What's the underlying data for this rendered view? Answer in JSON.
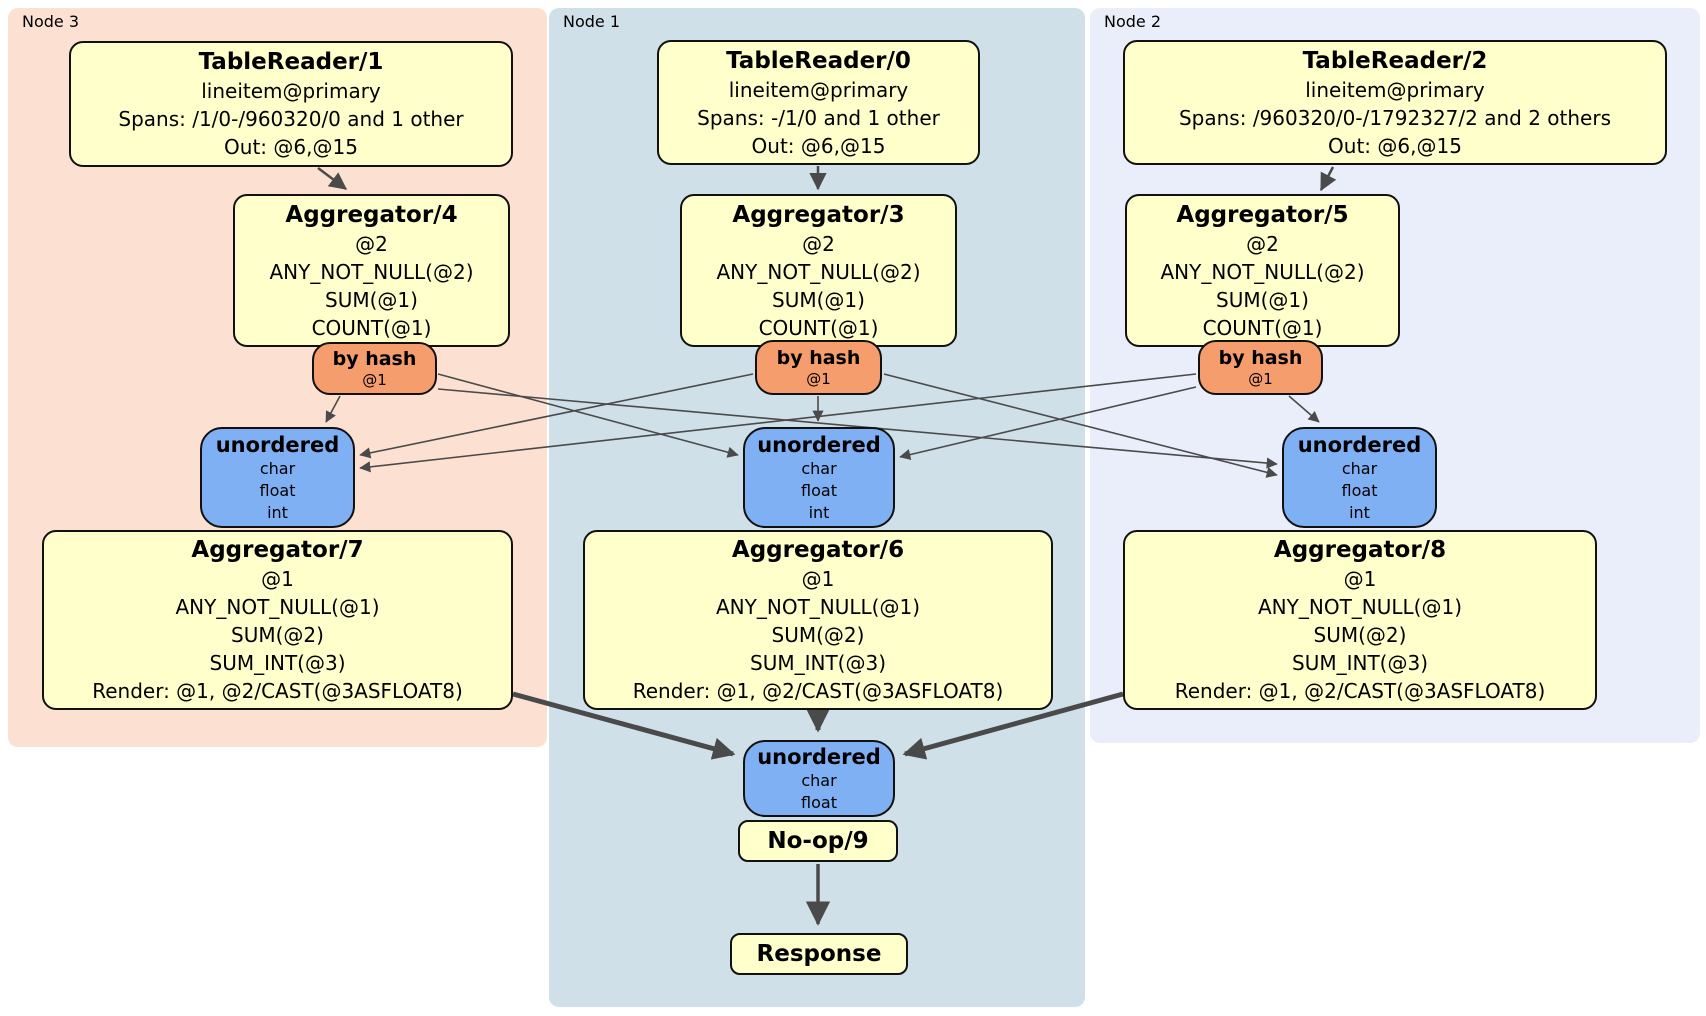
{
  "diagram": {
    "groups": {
      "node3": {
        "label": "Node 3"
      },
      "node1": {
        "label": "Node 1"
      },
      "node2": {
        "label": "Node 2"
      }
    },
    "processors": {
      "tr1": {
        "title": "TableReader/1",
        "lines": [
          "lineitem@primary",
          "Spans: /1/0-/960320/0 and 1 other",
          "Out: @6,@15"
        ]
      },
      "tr0": {
        "title": "TableReader/0",
        "lines": [
          "lineitem@primary",
          "Spans: -/1/0 and 1 other",
          "Out: @6,@15"
        ]
      },
      "tr2": {
        "title": "TableReader/2",
        "lines": [
          "lineitem@primary",
          "Spans: /960320/0-/1792327/2 and 2 others",
          "Out: @6,@15"
        ]
      },
      "agg4": {
        "title": "Aggregator/4",
        "lines": [
          "@2",
          "ANY_NOT_NULL(@2)",
          "SUM(@1)",
          "COUNT(@1)"
        ]
      },
      "agg3": {
        "title": "Aggregator/3",
        "lines": [
          "@2",
          "ANY_NOT_NULL(@2)",
          "SUM(@1)",
          "COUNT(@1)"
        ]
      },
      "agg5": {
        "title": "Aggregator/5",
        "lines": [
          "@2",
          "ANY_NOT_NULL(@2)",
          "SUM(@1)",
          "COUNT(@1)"
        ]
      },
      "agg7": {
        "title": "Aggregator/7",
        "lines": [
          "@1",
          "ANY_NOT_NULL(@1)",
          "SUM(@2)",
          "SUM_INT(@3)",
          "Render: @1, @2/CAST(@3ASFLOAT8)"
        ]
      },
      "agg6": {
        "title": "Aggregator/6",
        "lines": [
          "@1",
          "ANY_NOT_NULL(@1)",
          "SUM(@2)",
          "SUM_INT(@3)",
          "Render: @1, @2/CAST(@3ASFLOAT8)"
        ]
      },
      "agg8": {
        "title": "Aggregator/8",
        "lines": [
          "@1",
          "ANY_NOT_NULL(@1)",
          "SUM(@2)",
          "SUM_INT(@3)",
          "Render: @1, @2/CAST(@3ASFLOAT8)"
        ]
      },
      "noop": {
        "title": "No-op/9"
      },
      "response": {
        "title": "Response"
      }
    },
    "routers": {
      "hash3": {
        "title": "by hash",
        "lines": [
          "@1"
        ]
      },
      "hash1": {
        "title": "by hash",
        "lines": [
          "@1"
        ]
      },
      "hash2": {
        "title": "by hash",
        "lines": [
          "@1"
        ]
      }
    },
    "syncs": {
      "un3": {
        "title": "unordered",
        "lines": [
          "char",
          "float",
          "int"
        ]
      },
      "un1": {
        "title": "unordered",
        "lines": [
          "char",
          "float",
          "int"
        ]
      },
      "un2": {
        "title": "unordered",
        "lines": [
          "char",
          "float",
          "int"
        ]
      },
      "unfinal": {
        "title": "unordered",
        "lines": [
          "char",
          "float"
        ]
      }
    },
    "colors": {
      "node3_bg": "#fce1d3",
      "node1_bg": "#cfe0e9",
      "node2_bg": "#e9eefa",
      "processor_bg": "#ffffcc",
      "router_bg": "#f69d6d",
      "sync_bg": "#7fb0f3",
      "edge": "#4a4a4a"
    }
  }
}
